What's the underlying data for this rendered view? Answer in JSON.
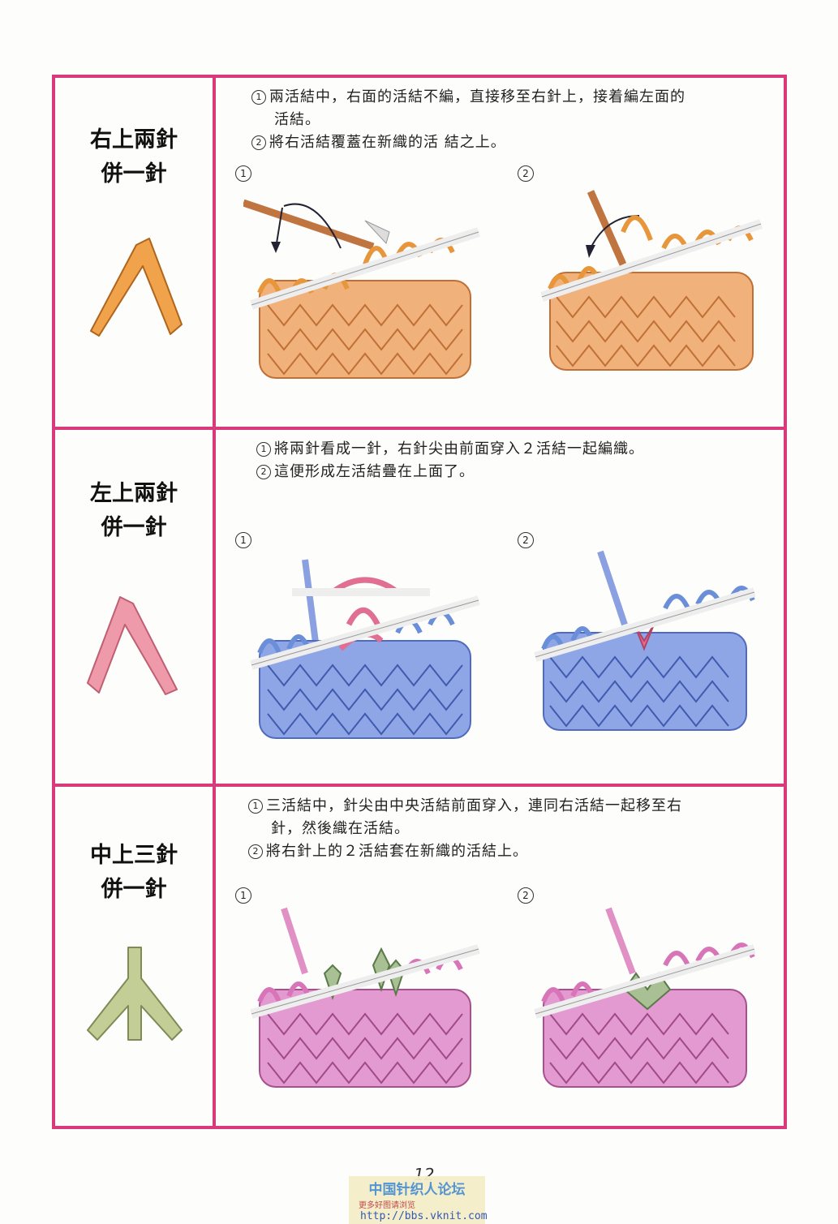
{
  "colors": {
    "border": "#d83a7c",
    "orange": "#e8963c",
    "pink": "#e8879a",
    "sage": "#b7c489",
    "blue": "#6a8fd8",
    "knitPink": "#d874b8"
  },
  "sections": [
    {
      "title_line1": "右上兩針",
      "title_line2": "併一針",
      "symbol_icon": "right-decrease-symbol",
      "step1_num": "1",
      "step1_text": "兩活結中，右面的活結不編，直接移至右針上，接着編左面的",
      "step1_cont": "活結。",
      "step2_num": "2",
      "step2_text": "將右活結覆蓋在新織的活 結之上。",
      "label1": "1",
      "label2": "2"
    },
    {
      "title_line1": "左上兩針",
      "title_line2": "併一針",
      "symbol_icon": "left-decrease-symbol",
      "step1_num": "1",
      "step1_text": "將兩針看成一針，右針尖由前面穿入２活結一起編織。",
      "step2_num": "2",
      "step2_text": "這便形成左活結疊在上面了。",
      "label1": "1",
      "label2": "2"
    },
    {
      "title_line1": "中上三針",
      "title_line2": "併一針",
      "symbol_icon": "center-double-decrease-symbol",
      "step1_num": "1",
      "step1_text": "三活結中，針尖由中央活結前面穿入，連同右活結一起移至右",
      "step1_cont": "針，然後織在活結。",
      "step2_num": "2",
      "step2_text": "將右針上的２活結套在新織的活結上。",
      "label1": "1",
      "label2": "2"
    }
  ],
  "page_number": "12",
  "watermark": {
    "line1": "中国针织人论坛",
    "line2": "更多好图请浏览",
    "line3": "http://bbs.vknit.com"
  }
}
